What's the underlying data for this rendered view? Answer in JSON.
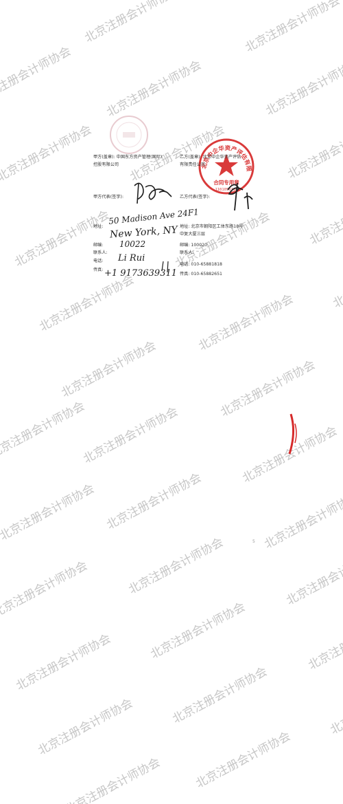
{
  "watermark_text": "北京注册会计师协会",
  "party_a": {
    "seal_label": "甲方(盖章): 中国东方资产管理(国际)控股有限公司",
    "seal_label_l1": "甲方(盖章): 中国东方资产管理(国际)",
    "seal_label_l2": "控股有限公司",
    "rep_label": "甲方代表(签字):",
    "address_label": "地址:",
    "postcode_label": "邮编:",
    "contact_label": "联系人:",
    "phone_label": "电话:",
    "fax_label": "传真:",
    "handwritten": {
      "address_line1": "50 Madison Ave 24F1",
      "address_line2": "New York, NY",
      "postcode": "10022",
      "contact": "Li Rui",
      "fax": "+1 9173639311"
    }
  },
  "party_b": {
    "seal_label_l1": "乙方(盖章): 北京中企华资产评估",
    "seal_label_l2": "有限责任公司",
    "rep_label": "乙方代表(签字):",
    "address_l1": "地址: 北京市朝阳区工体东路18号",
    "address_l2": "中复大厦三层",
    "postcode": "邮编: 100020",
    "contact_label": "联系人:",
    "phone": "电话: 010-65881818",
    "fax": "传真: 010-65882651"
  },
  "seal_b_text": "北京中企华资产评估有限责任公司",
  "seal_b_center_text": "合同专用章",
  "seal_b_number": "1101050186",
  "page_number": "5",
  "colors": {
    "seal_red": "#d62a2a",
    "watermark": "#b4b4b4",
    "ink": "#1e1e1e"
  }
}
